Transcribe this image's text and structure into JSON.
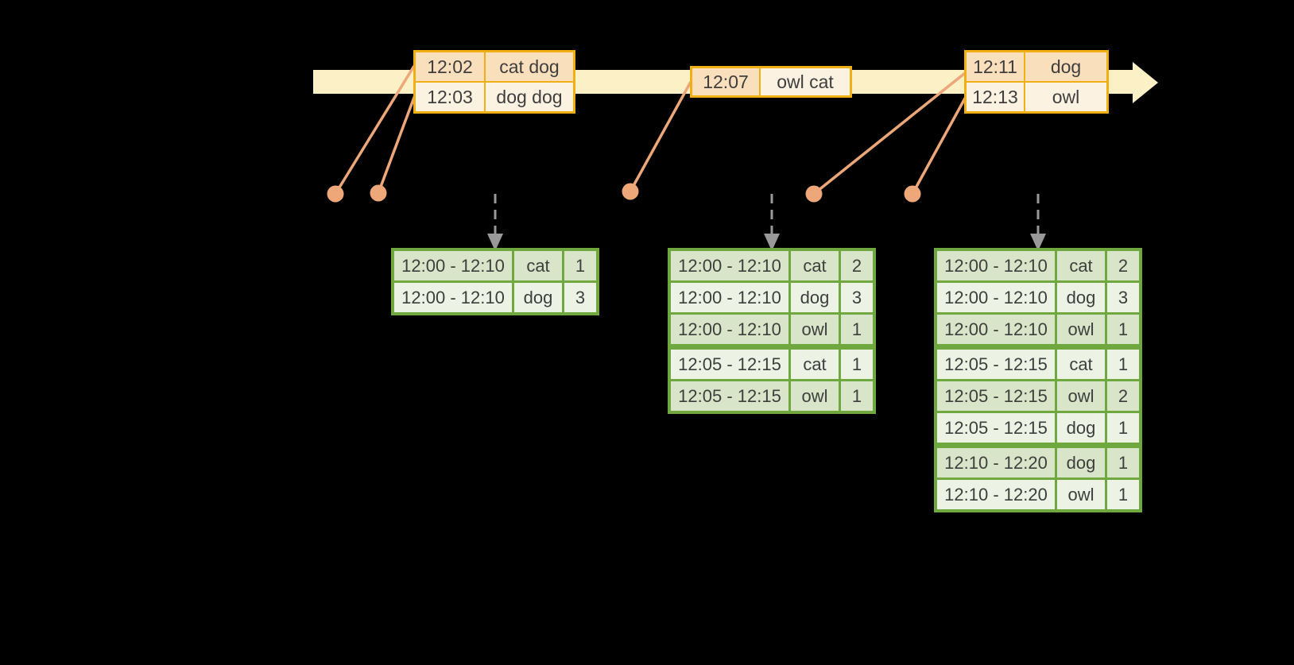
{
  "diagram": {
    "colors": {
      "background": "#000000",
      "timeline_band": "#FCF0C7",
      "event_border": "#F0B014",
      "event_row_peach": "#FADFBD",
      "event_row_cream": "#FCF2E2",
      "connector_salmon": "#EDA778",
      "result_border": "#6FA83E",
      "result_row_dark": "#D8E5C8",
      "result_row_light": "#ECF2E4",
      "trigger_arrow_gray": "#999999",
      "text": "#3E3E3E"
    },
    "icons": {
      "timeline_arrowhead": "arrow-right-icon",
      "trigger_arrow": "dashed-arrow-down-icon",
      "event_marker": "dot-icon"
    },
    "event_tables": [
      {
        "rows": [
          {
            "time": "12:02",
            "words": "cat dog",
            "tone": "peach"
          },
          {
            "time": "12:03",
            "words": "dog dog",
            "tone": "cream"
          }
        ]
      },
      {
        "rows": [
          {
            "time": "12:07",
            "words": "owl cat",
            "tone": "split"
          }
        ]
      },
      {
        "rows": [
          {
            "time": "12:11",
            "words": "dog",
            "tone": "peach"
          },
          {
            "time": "12:13",
            "words": "owl",
            "tone": "cream"
          }
        ]
      }
    ],
    "result_tables": [
      {
        "rows": [
          {
            "window": "12:00 - 12:10",
            "word": "cat",
            "count": "1"
          },
          {
            "window": "12:00 - 12:10",
            "word": "dog",
            "count": "3"
          }
        ]
      },
      {
        "rows": [
          {
            "window": "12:00 - 12:10",
            "word": "cat",
            "count": "2"
          },
          {
            "window": "12:00 - 12:10",
            "word": "dog",
            "count": "3"
          },
          {
            "window": "12:00 - 12:10",
            "word": "owl",
            "count": "1",
            "group_end": true
          },
          {
            "window": "12:05 - 12:15",
            "word": "cat",
            "count": "1"
          },
          {
            "window": "12:05 - 12:15",
            "word": "owl",
            "count": "1"
          }
        ]
      },
      {
        "rows": [
          {
            "window": "12:00 - 12:10",
            "word": "cat",
            "count": "2"
          },
          {
            "window": "12:00 - 12:10",
            "word": "dog",
            "count": "3"
          },
          {
            "window": "12:00 - 12:10",
            "word": "owl",
            "count": "1",
            "group_end": true
          },
          {
            "window": "12:05 - 12:15",
            "word": "cat",
            "count": "1"
          },
          {
            "window": "12:05 - 12:15",
            "word": "owl",
            "count": "2"
          },
          {
            "window": "12:05 - 12:15",
            "word": "dog",
            "count": "1",
            "group_end": true
          },
          {
            "window": "12:10 - 12:20",
            "word": "dog",
            "count": "1"
          },
          {
            "window": "12:10 - 12:20",
            "word": "owl",
            "count": "1"
          }
        ]
      }
    ]
  }
}
